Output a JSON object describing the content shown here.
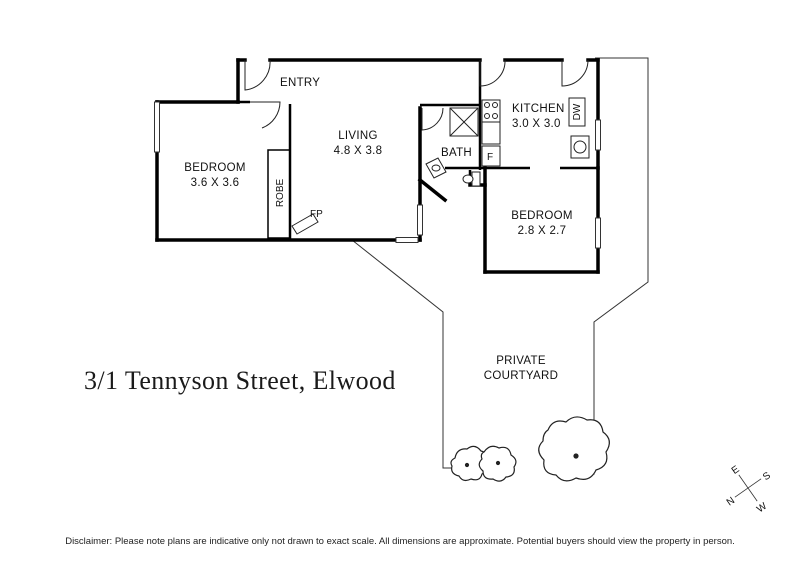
{
  "property": {
    "address": "3/1 Tennyson Street, Elwood"
  },
  "rooms": {
    "entry": "ENTRY",
    "living_name": "LIVING",
    "living_dims": "4.8 X 3.8",
    "bedroom1_name": "BEDROOM",
    "bedroom1_dims": "3.6 X 3.6",
    "robe": "ROBE",
    "fireplace": "FP",
    "bath": "BATH",
    "kitchen_name": "KITCHEN",
    "kitchen_dims": "3.0 X 3.0",
    "dishwasher": "DW",
    "fridge": "F",
    "bedroom2_name": "BEDROOM",
    "bedroom2_dims": "2.8 X 2.7",
    "courtyard_line1": "PRIVATE",
    "courtyard_line2": "COURTYARD"
  },
  "compass": {
    "n": "N",
    "e": "E",
    "s": "S",
    "w": "W"
  },
  "footer": {
    "disclaimer": "Disclaimer: Please note plans are indicative only not drawn to exact scale. All dimensions are approximate. Potential buyers should view the property in person."
  }
}
